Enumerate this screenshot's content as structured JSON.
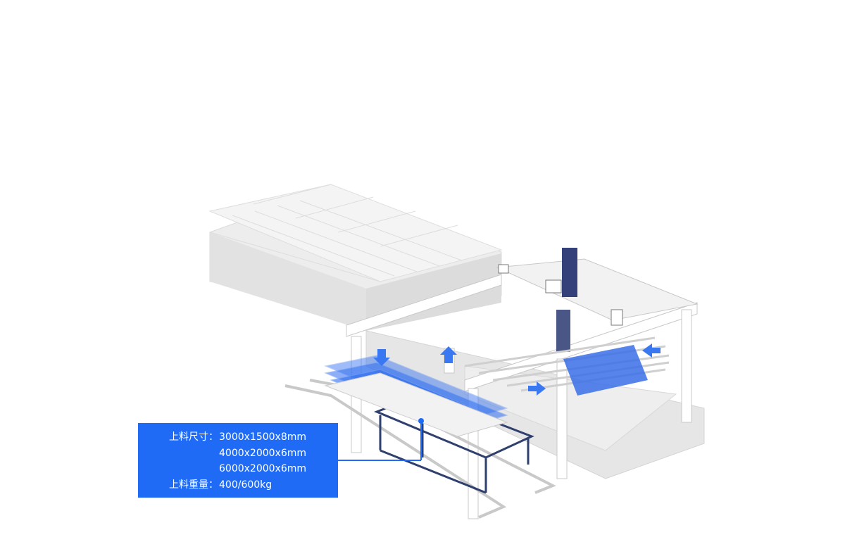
{
  "spec": {
    "size_label": "上料尺寸：",
    "sizes": [
      "3000x1500x8mm",
      "4000x2000x6mm",
      "6000x2000x6mm"
    ],
    "weight_label": "上料重量：",
    "weight": "400/600kg"
  },
  "colors": {
    "accent": "#1f6bf5",
    "machine_gray": "#e3e3e3",
    "frame_navy": "#2f3f6e"
  }
}
